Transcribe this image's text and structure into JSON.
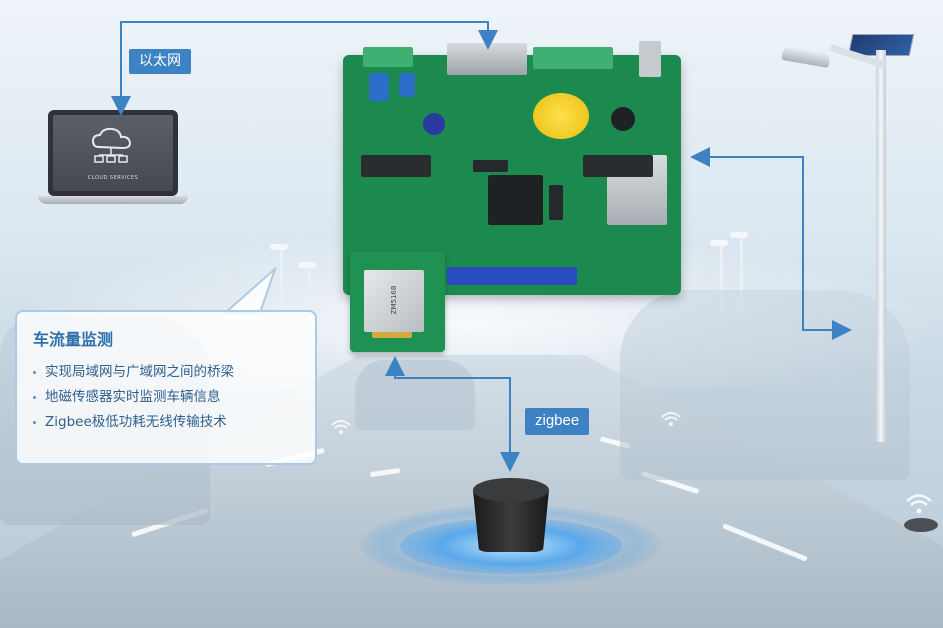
{
  "labels": {
    "ethernet": "以太网",
    "zigbee": "zigbee"
  },
  "laptop": {
    "screen_text": "CLOUD SERVICES"
  },
  "module": {
    "chip_text": "ZM5168"
  },
  "info_card": {
    "title": "车流量监测",
    "items": [
      "实现局域网与广域网之间的桥梁",
      "地磁传感器实时监测车辆信息",
      "Zigbee极低功耗无线传输技术"
    ]
  },
  "colors": {
    "accent": "#3d83c3",
    "card_title": "#2f6fab",
    "card_text": "#2e5f8e",
    "pcb_green": "#1c8a4e"
  }
}
